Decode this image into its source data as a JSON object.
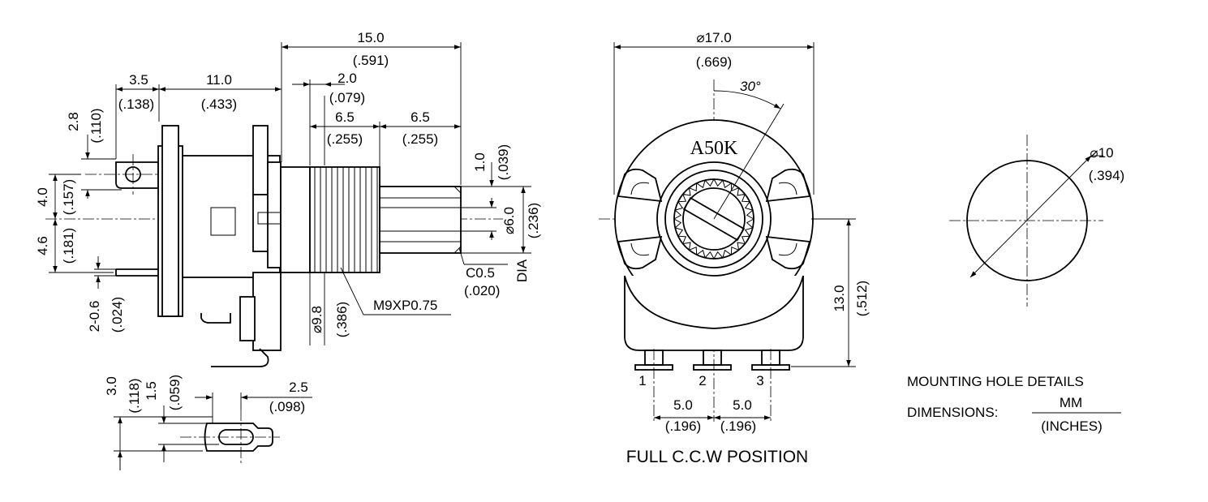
{
  "side_view": {
    "d_15_0": "15.0",
    "d_591": "(.591)",
    "d_3_5": "3.5",
    "d_138": "(.138)",
    "d_11_0": "11.0",
    "d_433": "(.433)",
    "d_2_0": "2.0",
    "d_079": "(.079)",
    "d_6_5a": "6.5",
    "d_255a": "(.255)",
    "d_6_5b": "6.5",
    "d_255b": "(.255)",
    "d_2_8": "2.8",
    "d_110": "(.110)",
    "d_4_0": "4.0",
    "d_157": "(.157)",
    "d_4_6": "4.6",
    "d_181": "(.181)",
    "d_2_06": "2-0.6",
    "d_024": "(.024)",
    "d_1_0": "1.0",
    "d_039": "(.039)",
    "d_6_0": "⌀6.0",
    "d_236": "(.236)",
    "d_c05": "C0.5",
    "d_020": "(.020)",
    "d_dia": "DIA",
    "d_m9": "M9XP0.75",
    "d_9_8": "⌀9.8",
    "d_386": "(.386)"
  },
  "terminal_detail": {
    "d_3_0": "3.0",
    "d_118": "(.118)",
    "d_1_5": "1.5",
    "d_059": "(.059)",
    "d_2_5": "2.5",
    "d_098": "(.098)"
  },
  "front_view": {
    "d_17_0": "⌀17.0",
    "d_669": "(.669)",
    "angle": "30°",
    "marking": "A50K",
    "d_13_0": "13.0",
    "d_512": "(.512)",
    "pin1": "1",
    "pin2": "2",
    "pin3": "3",
    "d_5_0a": "5.0",
    "d_196a": "(.196)",
    "d_5_0b": "5.0",
    "d_196b": "(.196)",
    "caption": "FULL C.C.W POSITION"
  },
  "mounting_hole": {
    "d_10": "⌀10",
    "d_394": "(.394)",
    "title": "MOUNTING HOLE DETAILS",
    "dims_label": "DIMENSIONS:",
    "unit_top": "MM",
    "unit_bottom": "(INCHES)"
  }
}
